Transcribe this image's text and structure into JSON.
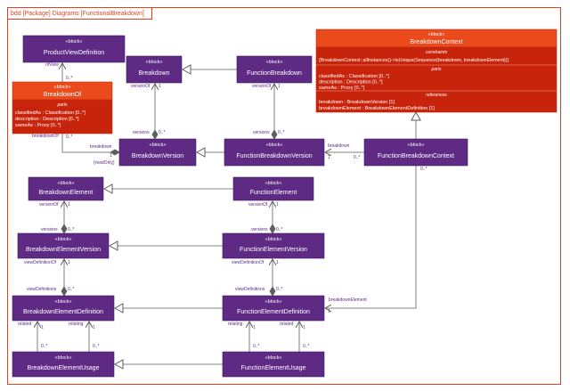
{
  "frame": {
    "label": "bdd [Package] Diagrams [FunctionalBreakdown]"
  },
  "colors": {
    "block": "#5e2a84",
    "accent": "#e0421f",
    "line": "#5e5e5e",
    "label": "#5e2a84"
  },
  "blocks": [
    {
      "id": "productviewdef",
      "stereotype": "«block»",
      "name": "ProductViewDefinition"
    },
    {
      "id": "breakdown",
      "stereotype": "«block»",
      "name": "Breakdown"
    },
    {
      "id": "functionbreakdown",
      "stereotype": "«block»",
      "name": "FunctionBreakdown"
    },
    {
      "id": "breakdownversion",
      "stereotype": "«block»",
      "name": "BreakdownVersion"
    },
    {
      "id": "functionbreakdownversion",
      "stereotype": "«block»",
      "name": "FunctionBreakdownVersion"
    },
    {
      "id": "functionbreakdowncontext",
      "stereotype": "«block»",
      "name": "FunctionBreakdownContext"
    },
    {
      "id": "breakdownelement",
      "stereotype": "«block»",
      "name": "BreakdownElement"
    },
    {
      "id": "functionelement",
      "stereotype": "«block»",
      "name": "FunctionElement"
    },
    {
      "id": "breakdownelementversion",
      "stereotype": "«block»",
      "name": "BreakdownElementVersion"
    },
    {
      "id": "functionelementversion",
      "stereotype": "«block»",
      "name": "FunctionElementVersion"
    },
    {
      "id": "breakdownelementdefinition",
      "stereotype": "«block»",
      "name": "BreakdownElementDefinition"
    },
    {
      "id": "functionelementdefinition",
      "stereotype": "«block»",
      "name": "FunctionElementDefinition"
    },
    {
      "id": "breakdownelementusage",
      "stereotype": "«block»",
      "name": "BreakdownElementUsage"
    },
    {
      "id": "functionelementusage",
      "stereotype": "«block»",
      "name": "FunctionElementUsage"
    }
  ],
  "breakdown_of": {
    "stereotype": "«block»",
    "name": "BreakdownOf",
    "section": "parts",
    "parts": [
      "classifiedAs : Classification [0..*]",
      "description : Description [0..*]",
      "sameAs : Proxy [0..*]"
    ]
  },
  "breakdown_context": {
    "stereotype": "«block»",
    "name": "BreakdownContext",
    "constraints_title": "constraints",
    "constraint": "{BreakdownContext::allInstances()->isUnique(Sequence{breakdown, breakdownElement})}",
    "parts_title": "parts",
    "parts": [
      "classifiedAs : Classification [0..*]",
      "description : Description [0..*]",
      "sameAs : Proxy [0..*]"
    ],
    "references_title": "references",
    "references": [
      "breakdown : BreakdownVersion [1]",
      "breakdownElement : BreakdownElementDefinition [1]"
    ]
  },
  "labels": [
    {
      "id": "ofview",
      "text": "ofView"
    },
    {
      "id": "ofview_mult",
      "text": "0..*"
    },
    {
      "id": "bo_mult_top",
      "text": "1"
    },
    {
      "id": "bo_versionof",
      "text": "breakdownOf"
    },
    {
      "id": "bo_versionof_mult",
      "text": "0..*"
    },
    {
      "id": "bk_versionof",
      "text": "versionOf"
    },
    {
      "id": "bk_versionof_mult",
      "text": "1"
    },
    {
      "id": "bk_versions",
      "text": "versions"
    },
    {
      "id": "bk_versions_mult",
      "text": "0..*"
    },
    {
      "id": "fb_versionof",
      "text": "versionOf"
    },
    {
      "id": "fb_versionof_mult",
      "text": "1"
    },
    {
      "id": "fb_versions",
      "text": "versions"
    },
    {
      "id": "fb_versions_mult",
      "text": "0..*"
    },
    {
      "id": "bv_breakdown",
      "text": "breakdown"
    },
    {
      "id": "bv_breakdown_mult",
      "text": "1"
    },
    {
      "id": "bv_readonly",
      "text": "{readOnly}"
    },
    {
      "id": "fbc_breakdown",
      "text": "breakdown"
    },
    {
      "id": "fbc_breakdown_mult",
      "text": "1"
    },
    {
      "id": "fbc_left_mult",
      "text": "0..*"
    },
    {
      "id": "fbc_bottom_mult",
      "text": "0..*"
    },
    {
      "id": "be_versionof",
      "text": "versionOf"
    },
    {
      "id": "be_versionof_mult",
      "text": "1"
    },
    {
      "id": "be_versions",
      "text": "versions"
    },
    {
      "id": "be_versions_mult",
      "text": "0..*"
    },
    {
      "id": "fe_versionof",
      "text": "versionOf"
    },
    {
      "id": "fe_versionof_mult",
      "text": "1"
    },
    {
      "id": "fe_versions",
      "text": "versions"
    },
    {
      "id": "fe_versions_mult",
      "text": "0..*"
    },
    {
      "id": "bev_viewdefof",
      "text": "viewDefinitionOf"
    },
    {
      "id": "bev_viewdefof_mult",
      "text": "1"
    },
    {
      "id": "bev_viewdefs",
      "text": "viewDefinitions"
    },
    {
      "id": "bev_viewdefs_mult",
      "text": "0..*"
    },
    {
      "id": "fev_viewdefof",
      "text": "viewDefinitionOf"
    },
    {
      "id": "fev_viewdefof_mult",
      "text": "1"
    },
    {
      "id": "fev_viewdefs",
      "text": "viewDefinitions"
    },
    {
      "id": "fev_viewdefs_mult",
      "text": "0..*"
    },
    {
      "id": "fed_breakdownelement",
      "text": "breakdownElement"
    },
    {
      "id": "fed_breakdownelement_mult",
      "text": "1"
    },
    {
      "id": "bed_related",
      "text": "related"
    },
    {
      "id": "bed_related_mult",
      "text": "1"
    },
    {
      "id": "bed_relating",
      "text": "relating"
    },
    {
      "id": "bed_relating_mult",
      "text": "1"
    },
    {
      "id": "beu_related_mult",
      "text": "0..*"
    },
    {
      "id": "beu_relating_mult",
      "text": "0..*"
    },
    {
      "id": "fed_relating",
      "text": "relating"
    },
    {
      "id": "fed_relating_mult",
      "text": "1"
    },
    {
      "id": "fed_related",
      "text": "related"
    },
    {
      "id": "fed_related_mult",
      "text": "1"
    },
    {
      "id": "feu_relating_mult",
      "text": "0..*"
    },
    {
      "id": "feu_related_mult",
      "text": "0..*"
    }
  ]
}
